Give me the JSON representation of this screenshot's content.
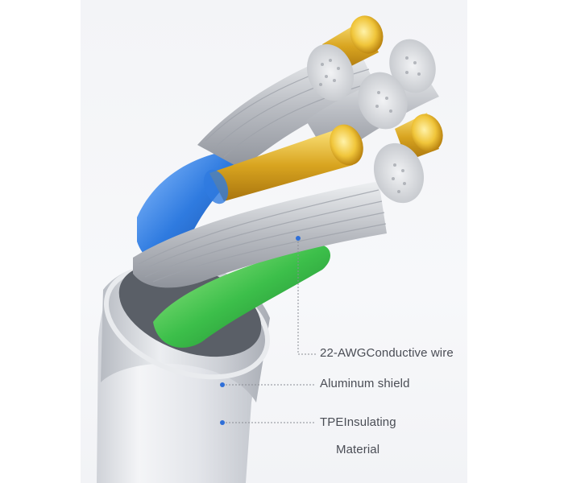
{
  "callouts": [
    {
      "id": "conductive-wire",
      "text": "22-AWGConductive wire"
    },
    {
      "id": "aluminum-shield",
      "text": "Aluminum shield"
    },
    {
      "id": "tpe-insulating",
      "line1": "TPEInsulating",
      "line2": "Material"
    }
  ],
  "colors": {
    "background": "#f4f5f8",
    "jacket": "#e6e8ec",
    "shield": "#c9ccd2",
    "blue_core": "#2f7be0",
    "green_core": "#3cbf4a",
    "gold_conductor": "#d9a520",
    "silver_strand": "#c7c9cd",
    "callout_dot": "#2f6fd8",
    "callout_line": "#8a8d94",
    "label_text": "#4a4d55"
  }
}
